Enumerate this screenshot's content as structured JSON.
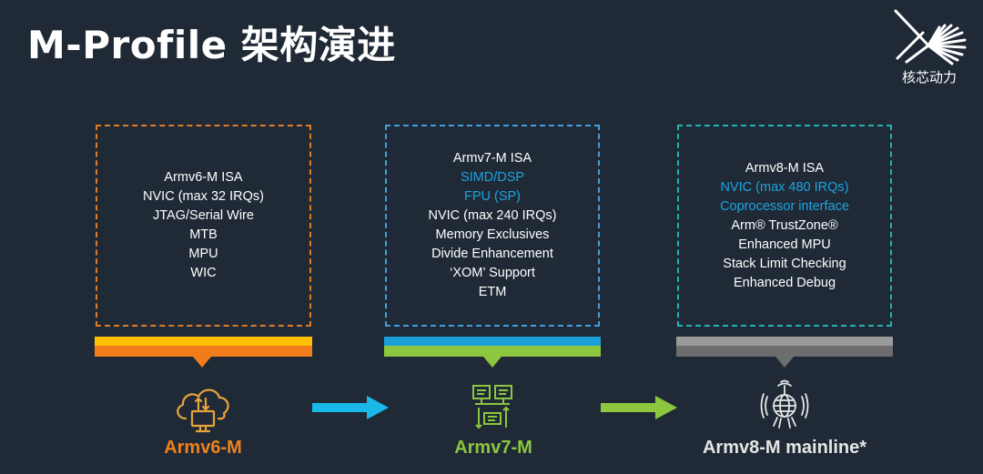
{
  "title": "M-Profile 架构演进",
  "logo": {
    "text": "核芯动力",
    "icon": "brand-logo-icon"
  },
  "columns": [
    {
      "id": "v6",
      "label": "Armv6-M",
      "label_color": "#f0821e",
      "icon": "cloud-computer-icon",
      "features": [
        {
          "text": "Armv6-M ISA",
          "highlight": false
        },
        {
          "text": "NVIC (max 32 IRQs)",
          "highlight": false
        },
        {
          "text": "JTAG/Serial Wire",
          "highlight": false
        },
        {
          "text": "MTB",
          "highlight": false
        },
        {
          "text": "MPU",
          "highlight": false
        },
        {
          "text": "WIC",
          "highlight": false
        }
      ]
    },
    {
      "id": "v7",
      "label": "Armv7-M",
      "label_color": "#8dc63f",
      "icon": "network-devices-icon",
      "features": [
        {
          "text": "Armv7-M ISA",
          "highlight": false
        },
        {
          "text": "SIMD/DSP",
          "highlight": true
        },
        {
          "text": "FPU (SP)",
          "highlight": true
        },
        {
          "text": "NVIC (max 240 IRQs)",
          "highlight": false
        },
        {
          "text": "Memory Exclusives",
          "highlight": false
        },
        {
          "text": "Divide Enhancement",
          "highlight": false
        },
        {
          "text": "‘XOM’ Support",
          "highlight": false
        },
        {
          "text": "ETM",
          "highlight": false
        }
      ]
    },
    {
      "id": "v8",
      "label": "Armv8-M mainline*",
      "label_color": "#e6e6e6",
      "icon": "globe-signal-icon",
      "features": [
        {
          "text": "Armv8-M ISA",
          "highlight": false
        },
        {
          "text": "NVIC (max 480 IRQs)",
          "highlight": true
        },
        {
          "text": "Coprocessor interface",
          "highlight": true
        },
        {
          "text": "Arm® TrustZone®",
          "highlight": false
        },
        {
          "text": "Enhanced MPU",
          "highlight": false
        },
        {
          "text": "Stack Limit Checking",
          "highlight": false
        },
        {
          "text": "Enhanced Debug",
          "highlight": false
        }
      ]
    }
  ],
  "colors": {
    "background": "#1f2a36",
    "highlight_text": "#1ea3e0",
    "v6_border": "#e07b27",
    "v6_bar_top": "#ffc000",
    "v6_bar_bottom": "#f07c1a",
    "v7_border": "#3fa0dc",
    "v7_bar_top": "#1a9fd9",
    "v7_bar_bottom": "#8dc63f",
    "v8_border": "#1fb3b3",
    "v8_bar_top": "#9a9a9a",
    "v8_bar_bottom": "#6d6d6d",
    "arrow1": "#1ab8e8",
    "arrow2": "#8dc63f"
  }
}
